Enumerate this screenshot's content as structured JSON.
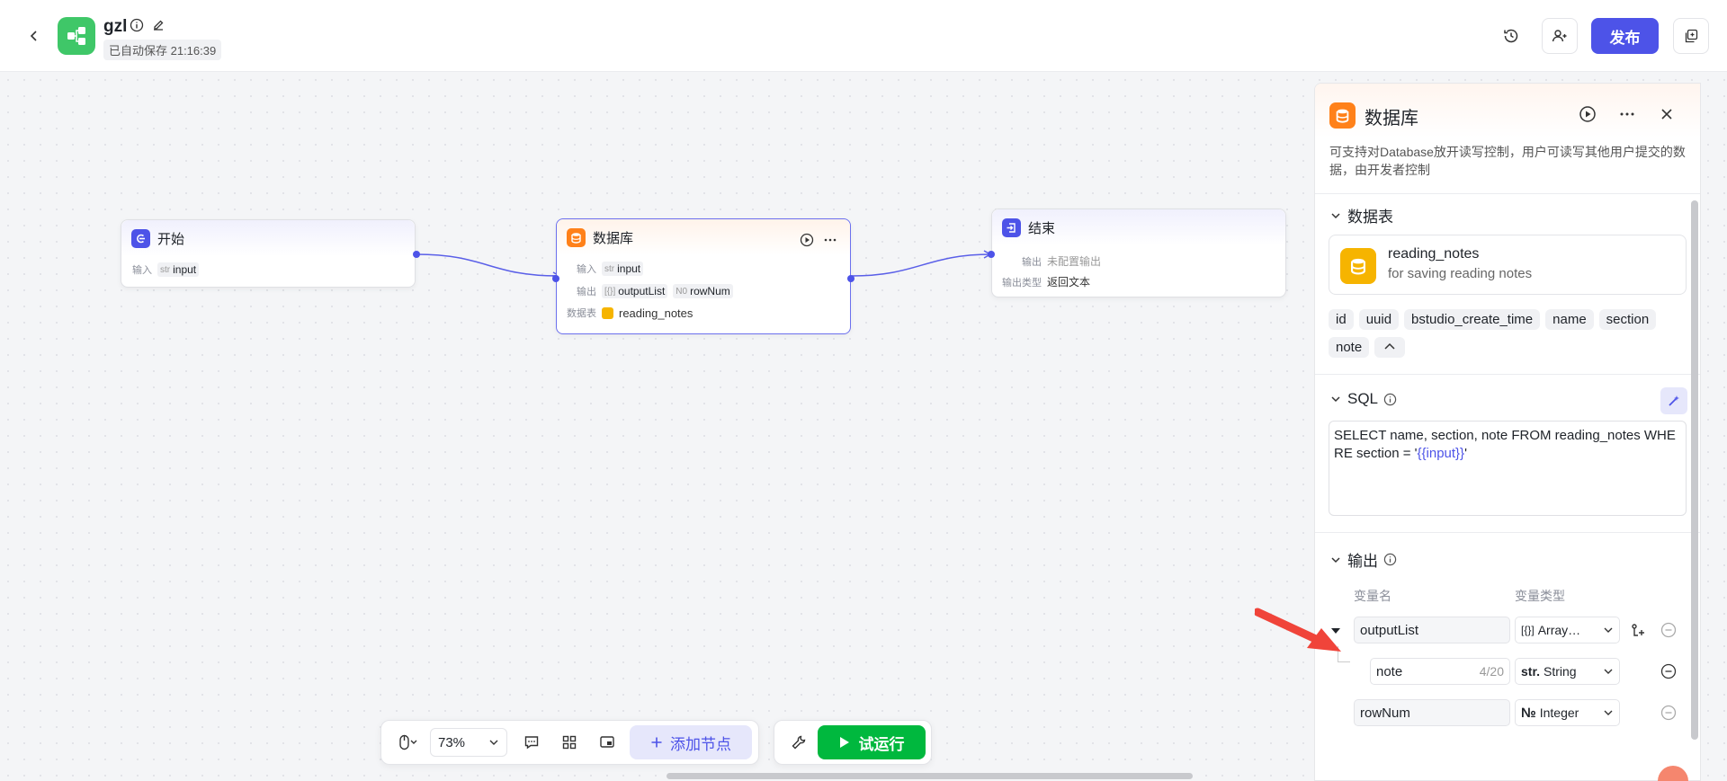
{
  "header": {
    "app_name": "gzl",
    "autosave": "已自动保存 21:16:39",
    "publish": "发布"
  },
  "nodes": {
    "start": {
      "title": "开始",
      "input_label": "输入",
      "input_type": "str",
      "input_name": "input"
    },
    "database": {
      "title": "数据库",
      "input_label": "输入",
      "input_type": "str",
      "input_name": "input",
      "output_label": "输出",
      "output1_type": "[{}]",
      "output1_name": "outputList",
      "output2_type": "N0",
      "output2_name": "rowNum",
      "table_label": "数据表",
      "table_name": "reading_notes"
    },
    "end": {
      "title": "结束",
      "output_label": "输出",
      "output_value": "未配置输出",
      "type_label": "输出类型",
      "type_value": "返回文本"
    }
  },
  "panel": {
    "title": "数据库",
    "description": "可支持对Database放开读写控制，用户可读写其他用户提交的数据，由开发者控制",
    "table_section": "数据表",
    "table_name": "reading_notes",
    "table_desc": "for saving reading notes",
    "fields": [
      "id",
      "uuid",
      "bstudio_create_time",
      "name",
      "section",
      "note"
    ],
    "sql_section": "SQL",
    "sql_text": "SELECT name, section, note FROM reading_notes WHERE section = '",
    "sql_var": "{{input}}",
    "sql_end": "'",
    "output_section": "输出",
    "col_var_name": "变量名",
    "col_var_type": "变量类型",
    "outputs": [
      {
        "name": "outputList",
        "type_icon": "[{}]",
        "type": "Array…"
      },
      {
        "name": "note",
        "counter": "4/20",
        "type_icon": "str.",
        "type": "String"
      },
      {
        "name": "rowNum",
        "type_icon": "№",
        "type": "Integer"
      }
    ]
  },
  "toolbar": {
    "zoom": "73%",
    "add_node": "添加节点",
    "test_run": "试运行"
  },
  "colors": {
    "accent": "#4d53e8",
    "start": "#4d53e8",
    "database": "#ff811a",
    "run": "#00b83e",
    "logo": "#3fc768"
  }
}
